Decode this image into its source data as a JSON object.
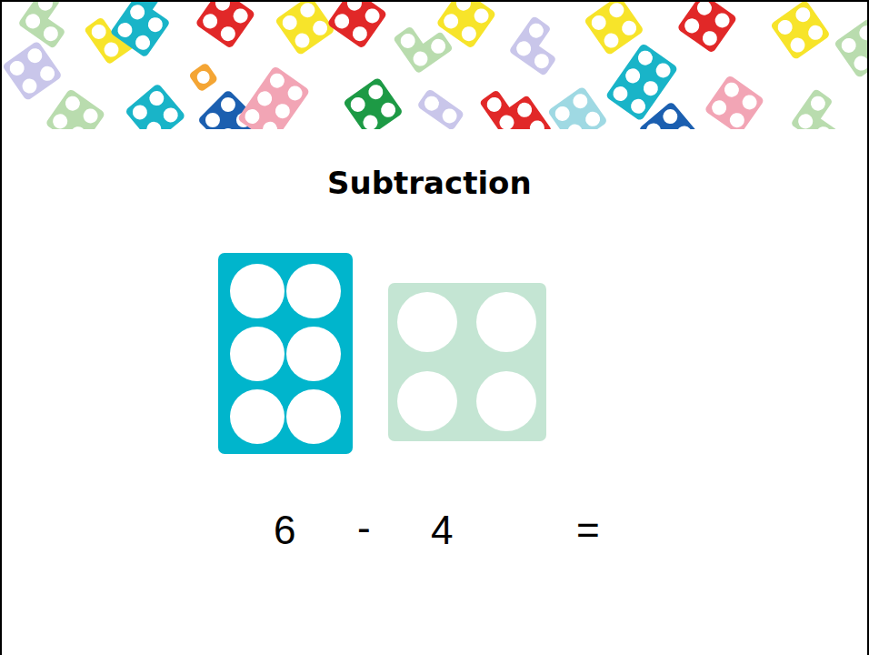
{
  "diagram": {
    "title": "Subtraction",
    "labels": [
      "6",
      "-",
      "4",
      "="
    ]
  }
}
